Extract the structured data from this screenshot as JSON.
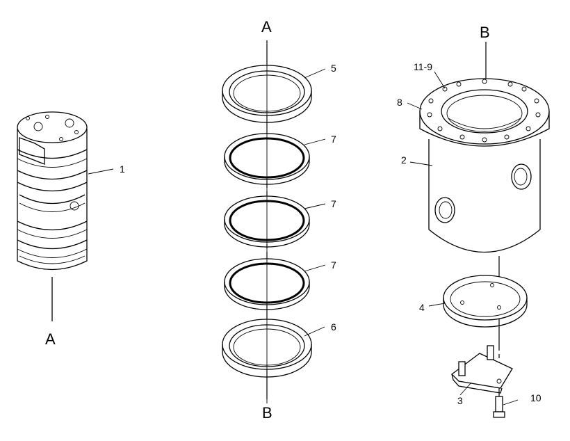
{
  "axis_labels": {
    "left_bottom": "A",
    "center_top": "A",
    "center_bottom": "B",
    "right_top": "B"
  },
  "callouts": {
    "p1": "1",
    "p2": "2",
    "p3": "3",
    "p4": "4",
    "p5": "5",
    "p6": "6",
    "p7a": "7",
    "p7b": "7",
    "p7c": "7",
    "p8": "8",
    "p10": "10",
    "p11_9": "11-9"
  }
}
